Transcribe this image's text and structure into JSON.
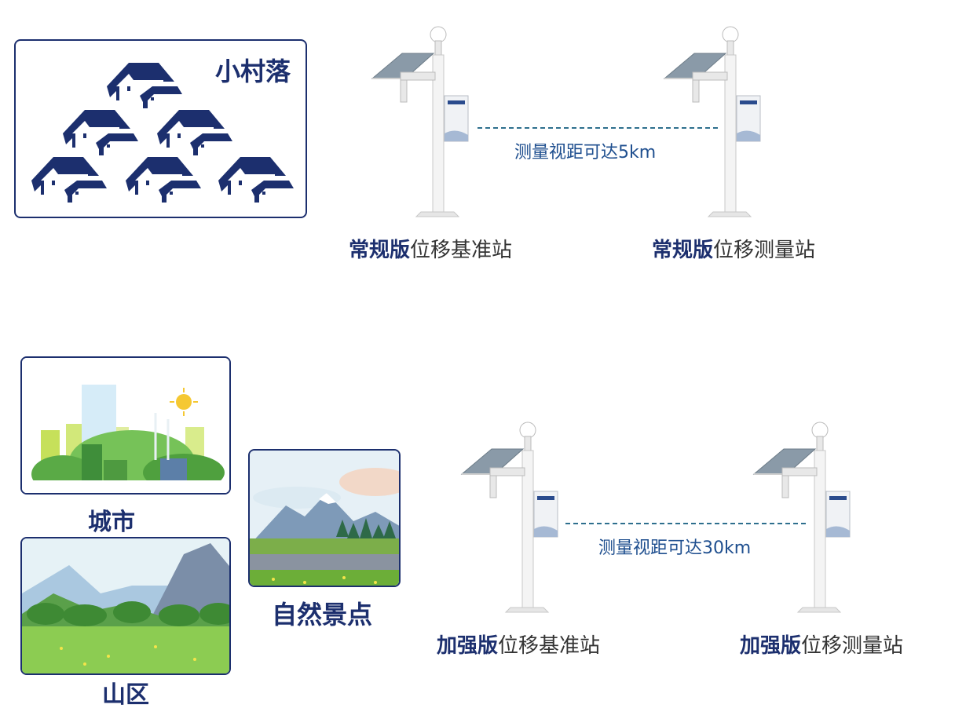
{
  "village": {
    "label": "小村落"
  },
  "city": {
    "label": "城市"
  },
  "mountain": {
    "label": "山区"
  },
  "scenic": {
    "label": "自然景点"
  },
  "standard": {
    "base": {
      "version": "常规版",
      "name": "位移基准站"
    },
    "measure": {
      "version": "常规版",
      "name": "位移测量站"
    },
    "range": "测量视距可达5km"
  },
  "enhanced": {
    "base": {
      "version": "加强版",
      "name": "位移基准站"
    },
    "measure": {
      "version": "加强版",
      "name": "位移测量站"
    },
    "range": "测量视距可达30km"
  },
  "colors": {
    "navy": "#1c2f6e",
    "link": "#2e6f8e",
    "text": "#333333"
  }
}
